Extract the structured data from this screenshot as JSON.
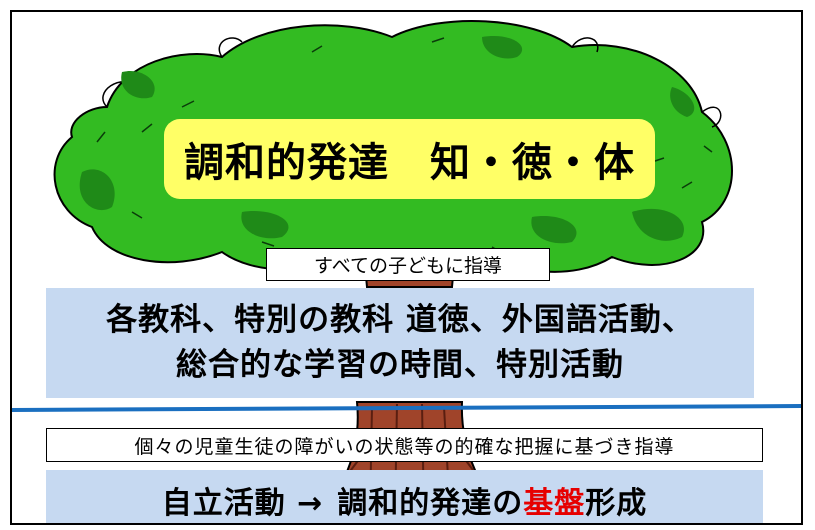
{
  "colors": {
    "yellow": "#ffff66",
    "band": "#c6d9f1",
    "red": "#e60000",
    "crown": "#33bb22",
    "crown_dark": "#1f8a18",
    "trunk": "#a0442a",
    "divider": "#1a6fc0"
  },
  "crown_title": "調和的発達　知・徳・体",
  "label_top": "すべての子どもに指導",
  "band_top": {
    "line1": "各教科、特別の教科 道徳、外国語活動、",
    "line2": "総合的な学習の時間、特別活動"
  },
  "label_bottom": "個々の児童生徒の障がいの状態等の的確な把握に基づき指導",
  "band_bottom": {
    "lead": "自立活動 →",
    "middle": "調和的発達の",
    "highlight": "基盤",
    "tail": "形成"
  }
}
